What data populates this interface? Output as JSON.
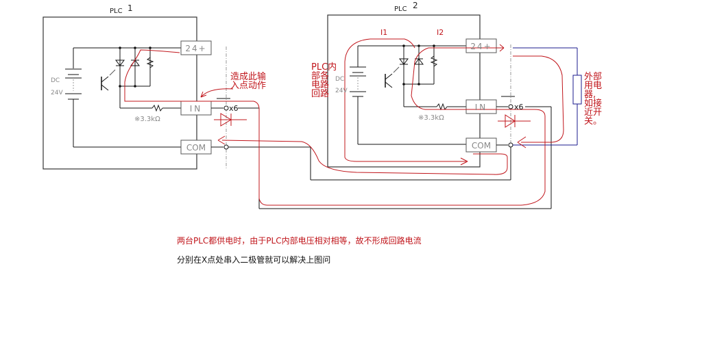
{
  "diagram": {
    "plc1": {
      "title": "PLC",
      "index": "1",
      "terminals": {
        "power": "24+",
        "input": "IN",
        "common": "COM"
      },
      "supply_label_top": "DC",
      "supply_label_bottom": "24V",
      "resistor_label": "※3.3kΩ",
      "input_point": "x6"
    },
    "plc2": {
      "title": "PLC",
      "index": "2",
      "terminals": {
        "power": "24+",
        "input": "IN",
        "common": "COM"
      },
      "supply_label_top": "DC",
      "supply_label_bottom": "24V",
      "resistor_label": "※3.3kΩ",
      "input_point": "x6",
      "current_labels": [
        "I1",
        "I2"
      ]
    },
    "annotations": {
      "causes_input_action": [
        "造成此输",
        "入点动作"
      ],
      "internal_circuit_loop": [
        "PLC内",
        "部各",
        "电路",
        "回路"
      ],
      "external_device": [
        "外部",
        "用电",
        "器,",
        "如接",
        "近开",
        "关。"
      ]
    },
    "colors": {
      "wire": "#111111",
      "current_path": "#c0141a",
      "external_wire": "#1a1a8c",
      "box_gray": "#808080"
    }
  },
  "notes": {
    "red_note": "两台PLC都供电时，由于PLC内部电压相对相等，故不形成回路电流",
    "black_note": "分别在X点处串入二极管就可以解决上图问"
  }
}
